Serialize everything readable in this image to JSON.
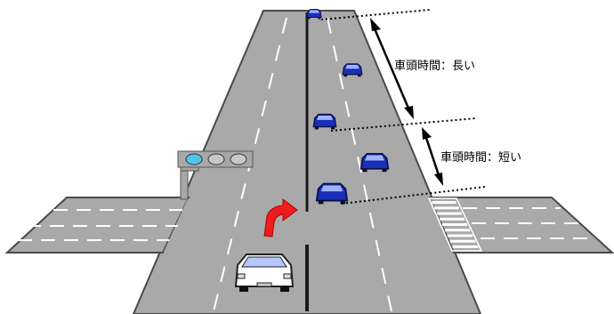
{
  "annotations": {
    "long_headway_label": "車頭時間：長い",
    "short_headway_label": "車頭時間：短い"
  },
  "colors": {
    "road": "#a9a9a9",
    "road_edge": "#4a4a4a",
    "lane_marking": "#ffffff",
    "center_line": "#1a1a1a",
    "car_blue": "#1a2fb8",
    "car_white": "#ffffff",
    "turn_arrow": "#ee1c1c",
    "signal_body": "#a8a8a8",
    "signal_lamp_active": "#4fc7ea",
    "signal_lamp_off": "#c8c8c8"
  },
  "icons": {
    "through_cars": "blue-car-icon",
    "turning_car": "white-car-icon",
    "turn_arrow": "right-turn-arrow-icon",
    "signal": "traffic-signal-icon",
    "crosswalk": "crosswalk-stripes"
  }
}
